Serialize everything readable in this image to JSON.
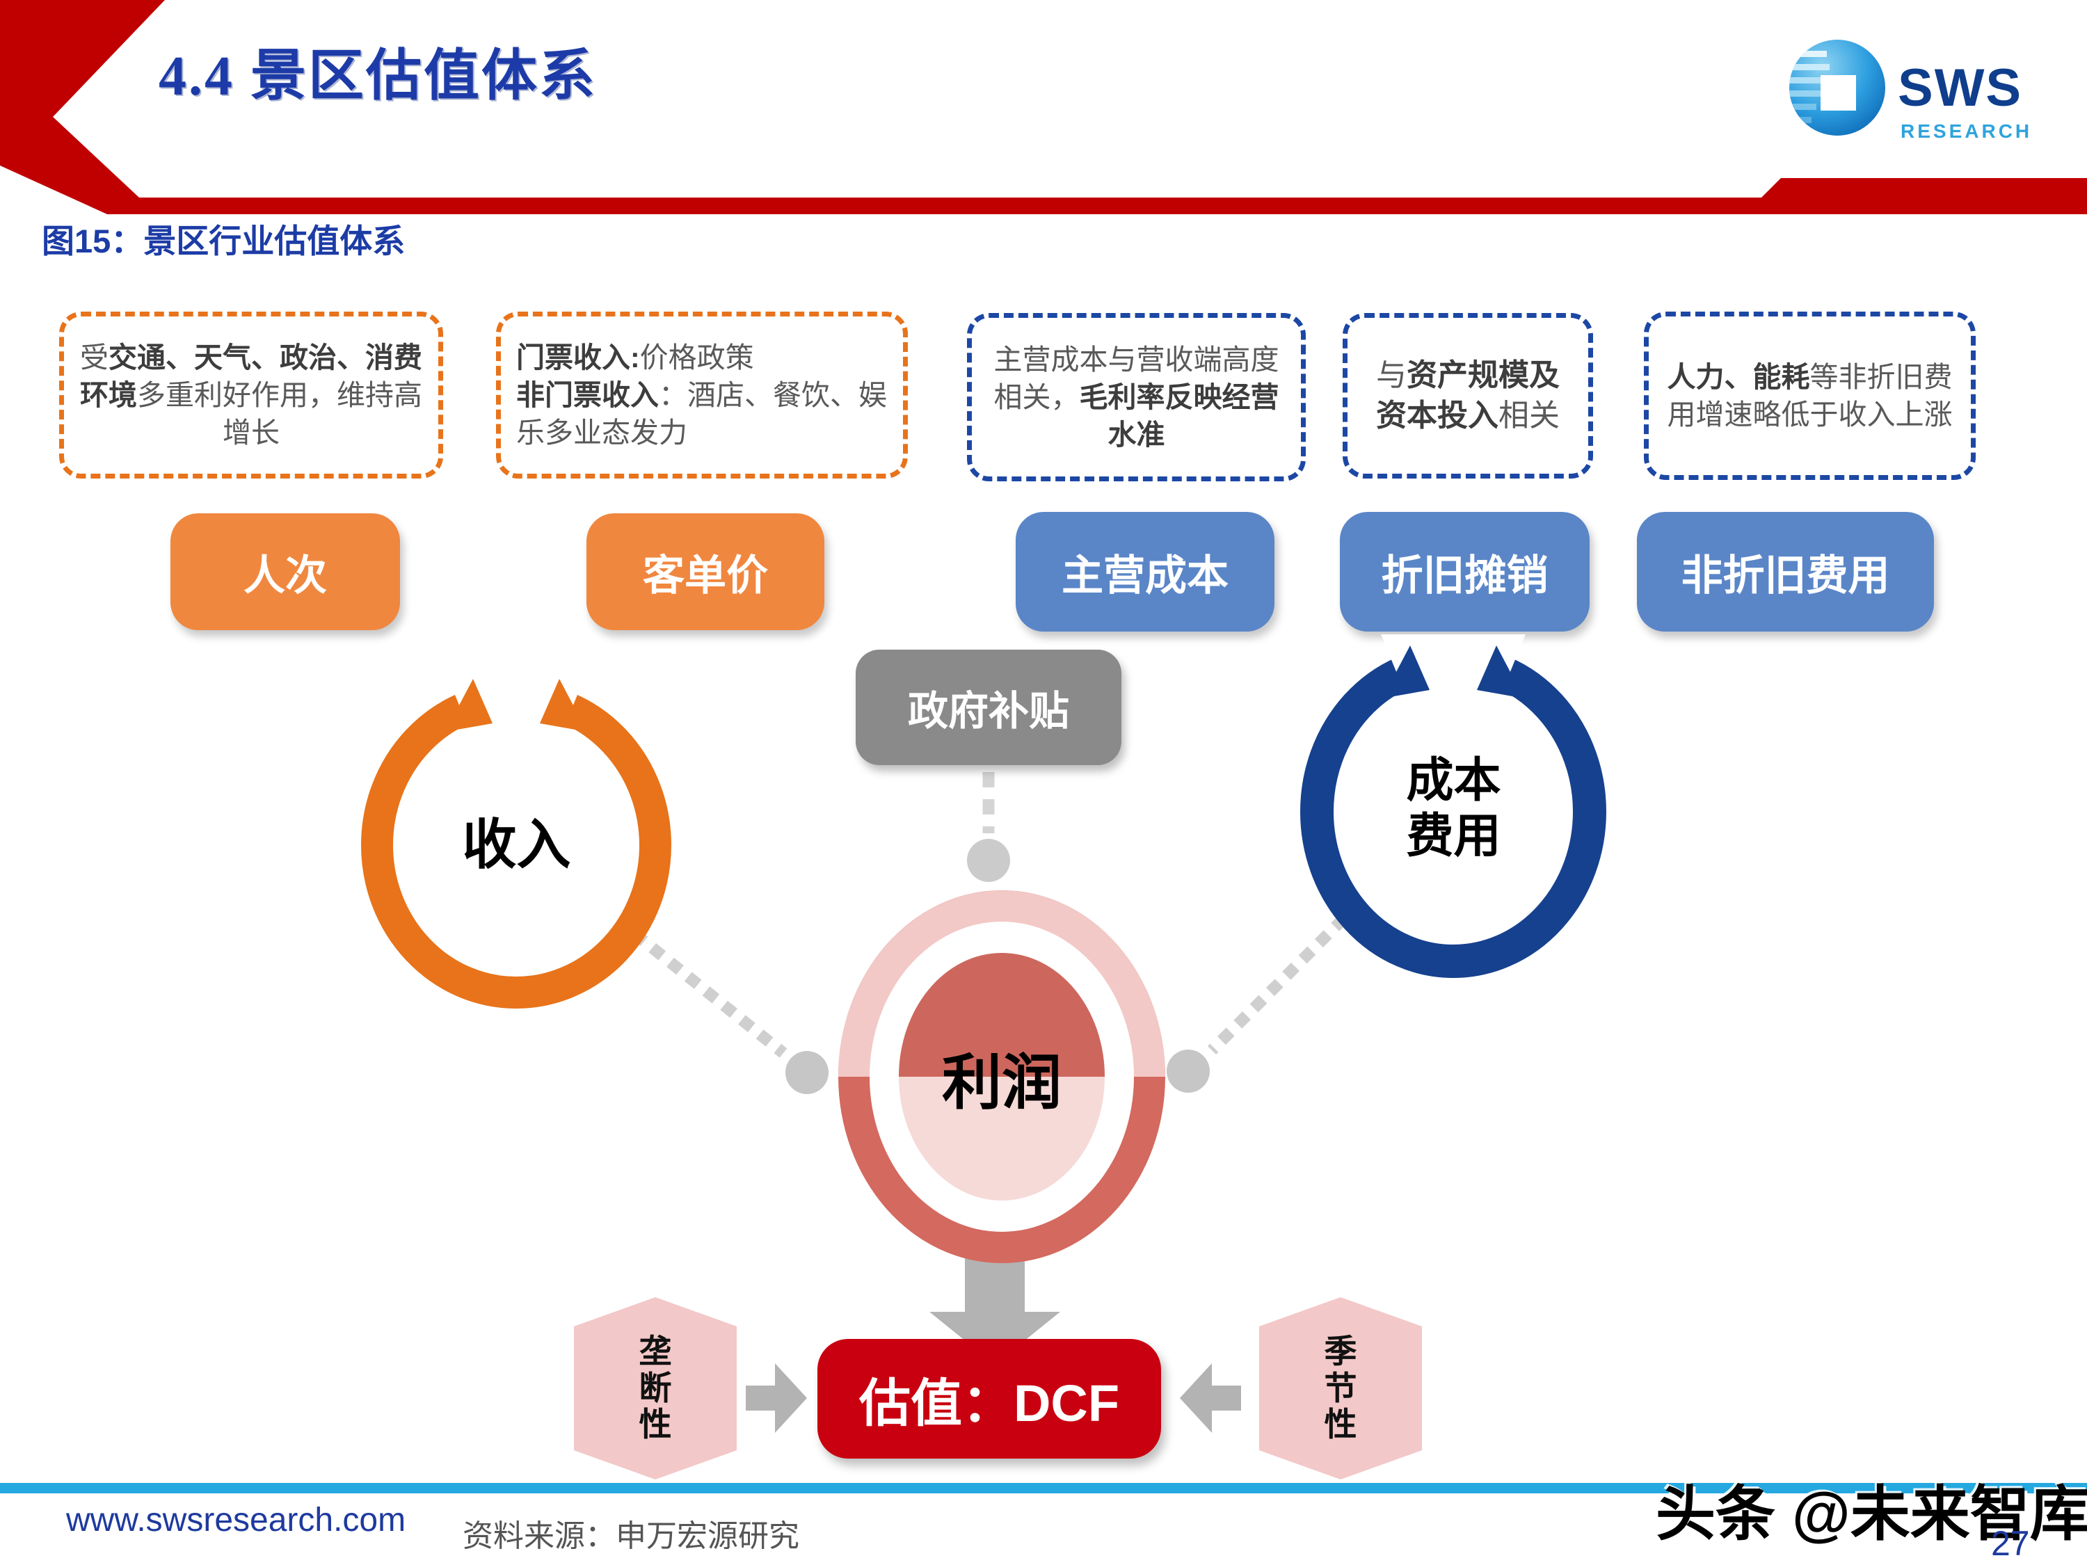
{
  "slide": {
    "title": "4.4 景区估值体系",
    "figure_label": "图15：景区行业估值体系",
    "page_number": "27",
    "watermark": "头条 @未来智库"
  },
  "logo": {
    "name": "SWS",
    "sub": "RESEARCH"
  },
  "footer": {
    "url": "www.swsresearch.com",
    "source": "资料来源：申万宏源研究"
  },
  "notes": [
    {
      "segments": [
        {
          "text": "受",
          "bold": false
        },
        {
          "text": "交通、天气、政治、消费环境",
          "bold": true
        },
        {
          "text": "多重利好作用，维持高增长",
          "bold": false
        }
      ]
    },
    {
      "lines": [
        [
          {
            "text": "门票收入:",
            "bold": true
          },
          {
            "text": "价格政策",
            "bold": false
          }
        ],
        [
          {
            "text": "非门票收入",
            "bold": true
          },
          {
            "text": "：酒店、餐饮、娱乐多业态发力",
            "bold": false
          }
        ]
      ]
    },
    {
      "segments": [
        {
          "text": "主营成本与营收端高度相关，",
          "bold": false
        },
        {
          "text": "毛利率反映经营水准",
          "bold": true
        }
      ]
    },
    {
      "segments": [
        {
          "text": "与",
          "bold": false
        },
        {
          "text": "资产规模及资本投入",
          "bold": true
        },
        {
          "text": "相关",
          "bold": false
        }
      ]
    },
    {
      "segments": [
        {
          "text": "人力、能耗",
          "bold": true
        },
        {
          "text": "等非折旧费用增速略低于收入上涨",
          "bold": false
        }
      ]
    }
  ],
  "buttons": [
    {
      "label": "人次"
    },
    {
      "label": "客单价"
    },
    {
      "label": "主营成本"
    },
    {
      "label": "折旧摊销"
    },
    {
      "label": "非折旧费用"
    }
  ],
  "nodes": {
    "subsidy": "政府补贴",
    "revenue": "收入",
    "cost_line1": "成本",
    "cost_line2": "费用",
    "profit": "利润",
    "monopoly": "垄断性",
    "valuation": "估值：DCF",
    "seasonality": "季节性"
  },
  "colors": {
    "ribbon_red": "#C00000",
    "title_blue": "#1d3ba8",
    "orange": "#F0873F",
    "orange_ring": "#E8731A",
    "button_blue": "#5A86C8",
    "navy_ring": "#16418F",
    "dashed_blue": "#1C47A4",
    "subsidy_gray": "#8A8A8A",
    "profit_light_pink": "#F2C9C6",
    "profit_salmon": "#D4695F",
    "dcf_red": "#C9000F",
    "hex_pink": "#F3C8C8",
    "footer_cyan": "#25A8E0"
  }
}
